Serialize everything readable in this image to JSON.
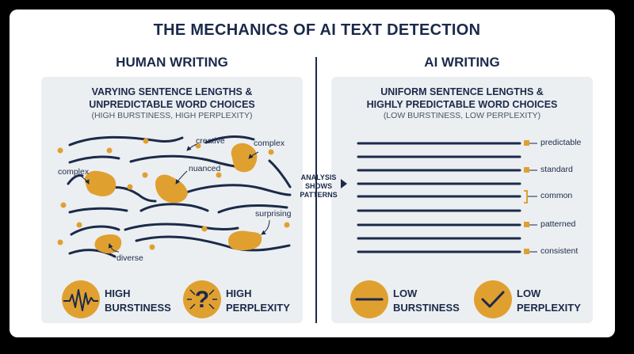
{
  "title": "THE MECHANICS OF AI TEXT DETECTION",
  "human": {
    "heading": "HUMAN WRITING",
    "desc_line1": "VARYING SENTENCE LENGTHS &",
    "desc_line2": "UNPREDICTABLE WORD CHOICES",
    "sub": "(HIGH BURSTINESS, HIGH PERPLEXITY)",
    "words": [
      "creative",
      "complex",
      "complex",
      "nuanced",
      "surprising",
      "diverse"
    ],
    "metric1_line1": "HIGH",
    "metric1_line2": "BURSTINESS",
    "metric2_line1": "HIGH",
    "metric2_line2": "PERPLEXITY"
  },
  "ai": {
    "heading": "AI WRITING",
    "desc_line1": "UNIFORM SENTENCE LENGTHS &",
    "desc_line2": "HIGHLY PREDICTABLE WORD CHOICES",
    "sub": "(LOW BURSTINESS, LOW PERPLEXITY)",
    "words": [
      "predictable",
      "standard",
      "common",
      "patterned",
      "consistent"
    ],
    "metric1_line1": "LOW",
    "metric1_line2": "BURSTINESS",
    "metric2_line1": "LOW",
    "metric2_line2": "PERPLEXITY"
  },
  "analysis": {
    "line1": "ANALYSIS",
    "line2": "SHOWS",
    "line3": "PATTERNS"
  },
  "icons": {
    "burst_high": "waveform-icon",
    "perplexity_high": "question-maze-icon",
    "burst_low": "flat-line-icon",
    "perplexity_low": "checkmark-icon",
    "arrow": "play-arrow-icon"
  },
  "colors": {
    "navy": "#1b2a4a",
    "gold": "#e0a030",
    "panel": "#eceff1"
  }
}
